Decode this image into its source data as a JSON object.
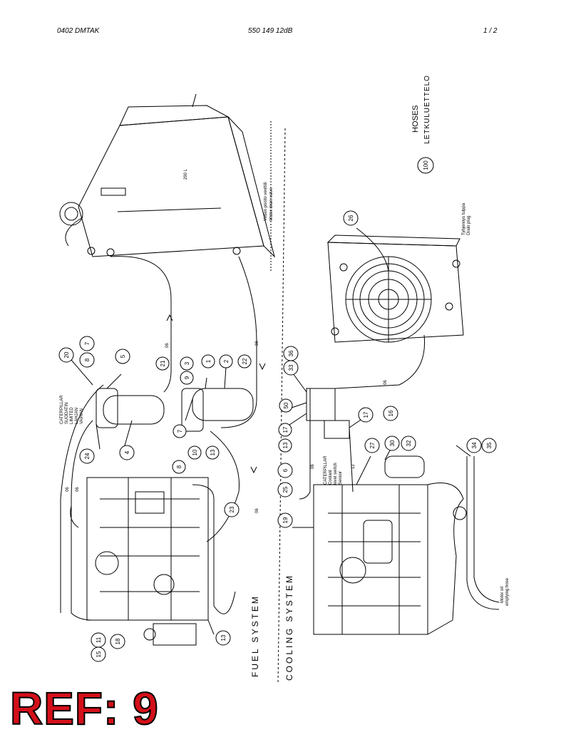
{
  "header": {
    "left": "0402  DMTAK",
    "center": "550 149 12dB",
    "page": "1 /  2"
  },
  "title": {
    "main": "HOSES",
    "sub": "LETKULUETTELO"
  },
  "sections": {
    "fuel": "FUEL SYSTEM",
    "cooling": "COOLING SYSTEM"
  },
  "tank_volume": "290 L",
  "notes": {
    "water_drain_fi": "Veden poisto venttiili",
    "water_drain_en": "Water drain valve",
    "drain_plug_fi": "Tyhjennys tulppa",
    "drain_plug_en": "Drain plug",
    "caterpillar_fuel": [
      "CATERPILLAR",
      "SUODATIN",
      "LIMITED",
      "LAHJAN",
      "VAIHAN"
    ],
    "caterpillar_cool": [
      "CATERPILLAR",
      "Coolant",
      "level switch",
      "Sensor"
    ],
    "motor_oil_1": "Motor oil",
    "motor_oil_2": "emptying hose"
  },
  "callouts": [
    "1",
    "2",
    "3",
    "4",
    "5",
    "6",
    "7",
    "7",
    "8",
    "8",
    "9",
    "10",
    "11",
    "13",
    "13",
    "13",
    "15",
    "16",
    "17",
    "17",
    "18",
    "19",
    "20",
    "21",
    "22",
    "23",
    "24",
    "25",
    "26",
    "27",
    "30",
    "32",
    "33",
    "34",
    "35",
    "36",
    "50",
    "100"
  ],
  "flow_labels": [
    "06",
    "06",
    "06",
    "06",
    "06",
    "06",
    "06",
    "12"
  ],
  "reference": "REF: 9",
  "colors": {
    "ink": "#000000",
    "ref_text": "#d4101a"
  }
}
